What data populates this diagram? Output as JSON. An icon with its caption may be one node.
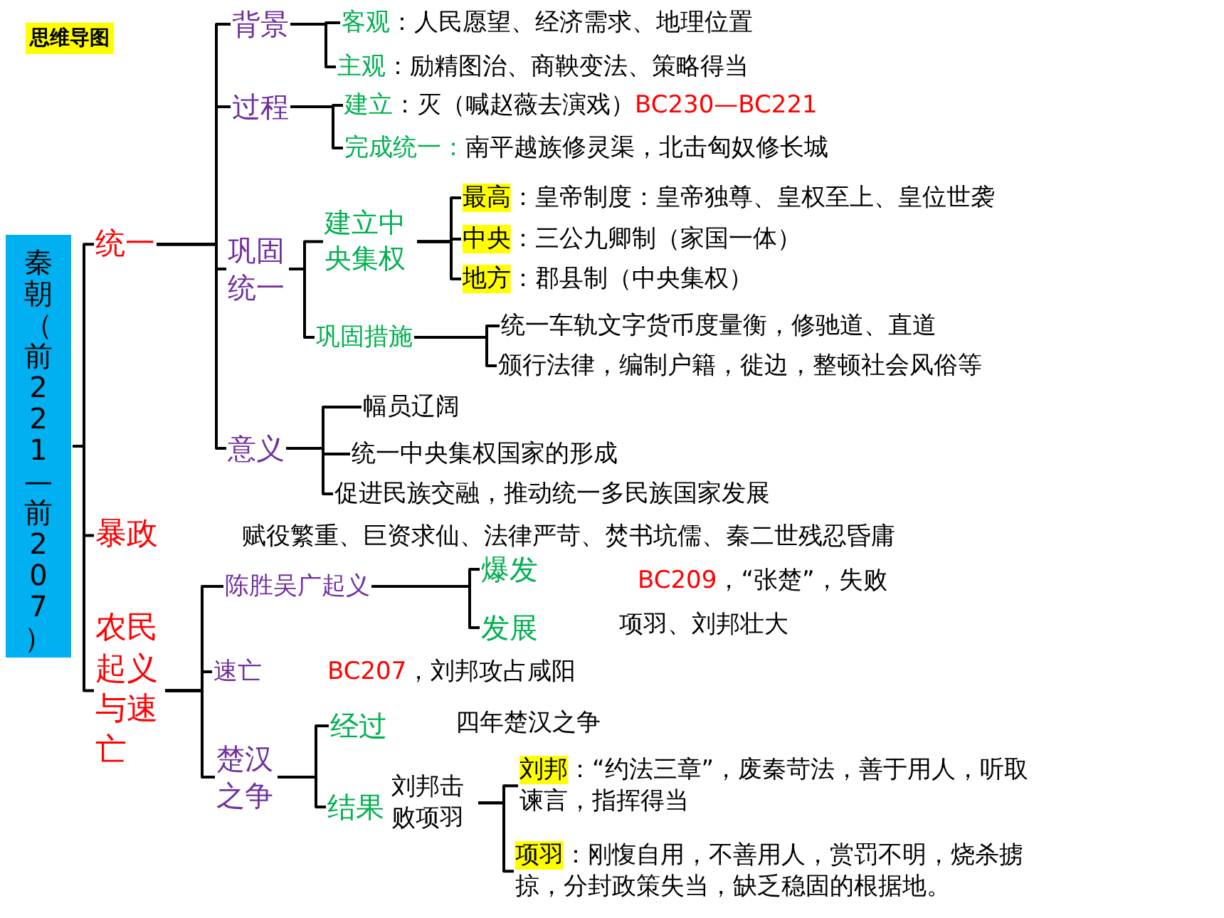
{
  "diagram": {
    "nodes": [
      {
        "text": [
          "思维导图"
        ]
      },
      {
        "text": [
          "秦朝（前221—前207）"
        ]
      },
      {
        "text": [
          "统一"
        ]
      },
      {
        "text": [
          "背景"
        ]
      },
      {
        "text": [
          "客观",
          "：人民愿望、经济需求、地理位置"
        ]
      },
      {
        "text": [
          "主观",
          "：励精图治、商鞅变法、策略得当"
        ]
      },
      {
        "text": [
          "过程"
        ]
      },
      {
        "text": [
          "建立",
          "：灭（喊赵薇去演戏）",
          "BC230—BC221"
        ]
      },
      {
        "text": [
          "完成统一：",
          "南平越族修灵渠，北击匈奴修长城"
        ]
      },
      {
        "text": [
          "巩固统一"
        ]
      },
      {
        "text": [
          "建立中央集权"
        ]
      },
      {
        "text": [
          "最高",
          "：皇帝制度：皇帝独尊、皇权至上、皇位世袭"
        ]
      },
      {
        "text": [
          "中央",
          "：三公九卿制（家国一体）"
        ]
      },
      {
        "text": [
          "地方",
          "：郡县制（中央集权）"
        ]
      },
      {
        "text": [
          "巩固措施"
        ]
      },
      {
        "text": [
          "统一车轨文字货币度量衡，修驰道、直道"
        ]
      },
      {
        "text": [
          "颁行法律，编制户籍，徙边，整顿社会风俗等"
        ]
      },
      {
        "text": [
          "意义"
        ]
      },
      {
        "text": [
          "幅员辽阔"
        ]
      },
      {
        "text": [
          "统一中央集权国家的形成"
        ]
      },
      {
        "text": [
          "促进民族交融，推动统一多民族国家发展"
        ]
      },
      {
        "text": [
          "暴政"
        ]
      },
      {
        "text": [
          "农民起义与速亡"
        ]
      },
      {
        "text": [
          "陈胜吴广起义"
        ]
      },
      {
        "text": [
          "爆发"
        ],
        "beside": [
          "BC209",
          "，“张楚”，失败"
        ]
      },
      {
        "text": [
          "发展"
        ],
        "beside": [
          "项羽、刘邦壮大"
        ]
      },
      {
        "text": [
          "速亡"
        ],
        "beside": [
          "BC207",
          "，刘邦攻占咸阳"
        ]
      },
      {
        "text": [
          "楚汉之争"
        ]
      },
      {
        "text": [
          "经过"
        ]
      },
      {
        "text": [
          "结果"
        ]
      },
      {
        "text": [
          "刘邦击败项羽"
        ]
      },
      {
        "text": [
          "刘邦",
          "：“约法三章”，废秦苛法，善于用人，听取谏言，指挥得当"
        ]
      },
      {
        "text": [
          "项羽",
          "：刚愎自用，不善用人，赏罚不明，烧杀掳掠，分封政策失当，缺乏稳固的根据地。"
        ]
      }
    ],
    "edges": [
      {
        "from": 1,
        "to": 2,
        "arrow": "none"
      },
      {
        "from": 1,
        "to": 21,
        "arrow": "none"
      },
      {
        "from": 1,
        "to": 22,
        "arrow": "none"
      },
      {
        "from": 2,
        "to": 3,
        "arrow": "none"
      },
      {
        "from": 2,
        "to": 6,
        "arrow": "none"
      },
      {
        "from": 2,
        "to": 9,
        "arrow": "none"
      },
      {
        "from": 2,
        "to": 17,
        "arrow": "none"
      },
      {
        "from": 3,
        "to": 4,
        "arrow": "none"
      },
      {
        "from": 3,
        "to": 5,
        "arrow": "none"
      },
      {
        "from": 6,
        "to": 7,
        "arrow": "none"
      },
      {
        "from": 6,
        "to": 8,
        "arrow": "none"
      },
      {
        "from": 9,
        "to": 10,
        "arrow": "none"
      },
      {
        "from": 9,
        "to": 14,
        "arrow": "none"
      },
      {
        "from": 10,
        "to": 11,
        "arrow": "none"
      },
      {
        "from": 10,
        "to": 12,
        "arrow": "none"
      },
      {
        "from": 10,
        "to": 13,
        "arrow": "none"
      },
      {
        "from": 14,
        "to": 15,
        "arrow": "none"
      },
      {
        "from": 14,
        "to": 16,
        "arrow": "none"
      },
      {
        "from": 17,
        "to": 18,
        "arrow": "none"
      },
      {
        "from": 17,
        "to": 19,
        "arrow": "none"
      },
      {
        "from": 17,
        "to": 20,
        "arrow": "none"
      },
      {
        "from": 22,
        "to": 23,
        "arrow": "none"
      },
      {
        "from": 22,
        "to": 26,
        "arrow": "none"
      },
      {
        "from": 22,
        "to": 27,
        "arrow": "none"
      },
      {
        "from": 23,
        "to": 24,
        "arrow": "none"
      },
      {
        "from": 23,
        "to": 25,
        "arrow": "none"
      },
      {
        "from": 27,
        "to": 28,
        "arrow": "none"
      },
      {
        "from": 27,
        "to": 29,
        "arrow": "none"
      },
      {
        "from": 30,
        "to": 31,
        "arrow": "none"
      },
      {
        "from": 30,
        "to": 32,
        "arrow": "none"
      }
    ],
    "labels": [
      "赋役繁重、巨资求仙、法律严苛、焚书坑儒、秦二世残忍昏庸",
      "四年楚汉之争"
    ]
  }
}
